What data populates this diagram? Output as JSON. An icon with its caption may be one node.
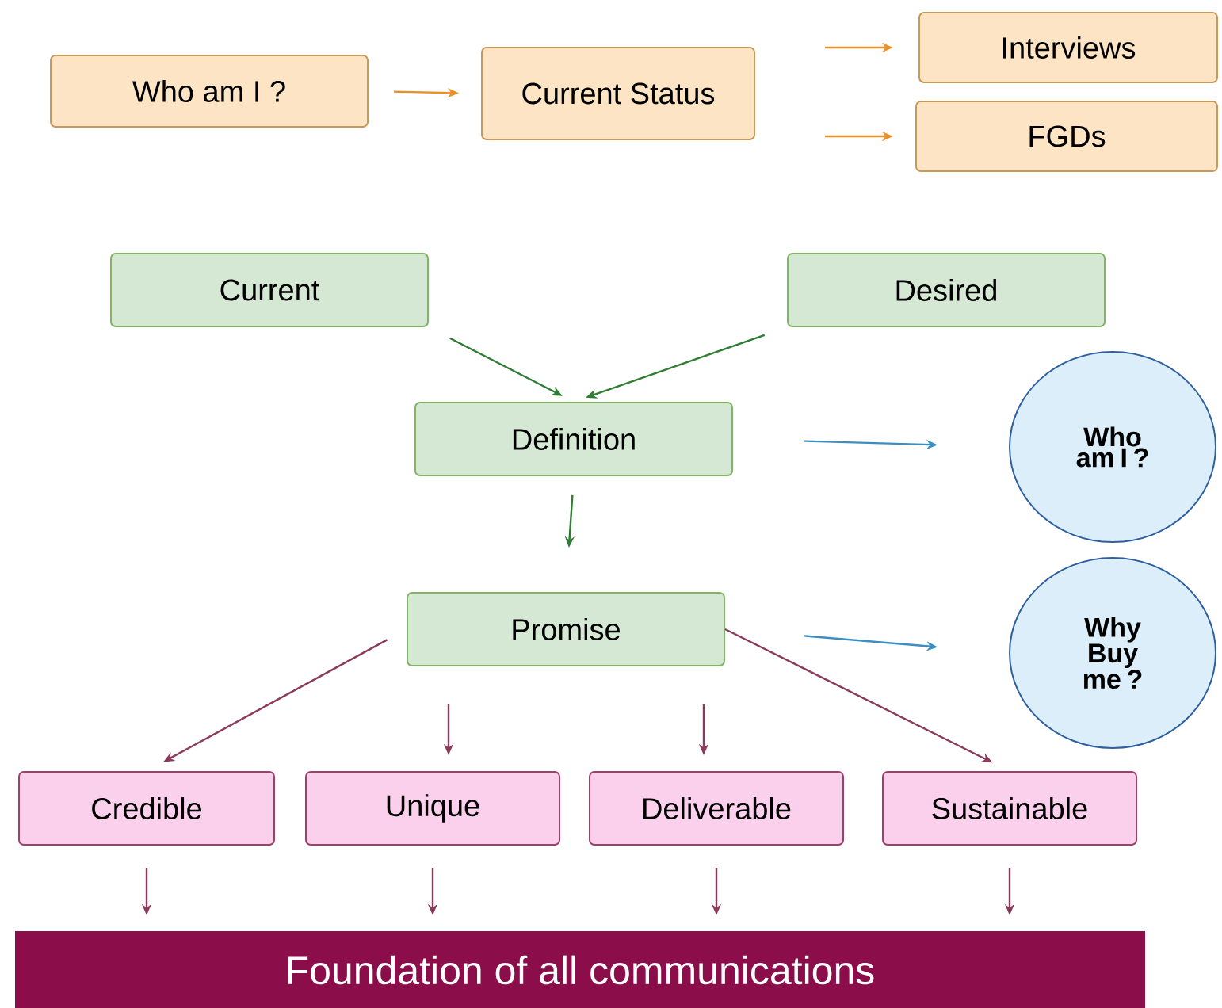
{
  "diagram": {
    "nodes": [
      {
        "text": [
          "Who am I ?"
        ]
      },
      {
        "text": [
          "Current Status"
        ]
      },
      {
        "text": [
          "Interviews"
        ]
      },
      {
        "text": [
          "FGDs"
        ]
      },
      {
        "text": [
          "Current"
        ]
      },
      {
        "text": [
          "Desired"
        ]
      },
      {
        "text": [
          "Definition"
        ]
      },
      {
        "text": [
          "Who am I ?"
        ]
      },
      {
        "text": [
          "Promise"
        ]
      },
      {
        "text": [
          "Why Buy me ?"
        ]
      },
      {
        "text": [
          "Credible"
        ]
      },
      {
        "text": [
          "Unique"
        ]
      },
      {
        "text": [
          "Deliverable"
        ]
      },
      {
        "text": [
          "Sustainable"
        ]
      },
      {
        "text": [
          "Foundation of all communications"
        ]
      }
    ],
    "edges": [
      {
        "from": 0,
        "to": 1,
        "arrow": "to",
        "color": "#e8902a"
      },
      {
        "from": 1,
        "to": 2,
        "arrow": "to",
        "color": "#e8902a"
      },
      {
        "from": 1,
        "to": 3,
        "arrow": "to",
        "color": "#e8902a"
      },
      {
        "from": 4,
        "to": 6,
        "arrow": "to",
        "color": "#2e7d32"
      },
      {
        "from": 5,
        "to": 6,
        "arrow": "to",
        "color": "#2e7d32"
      },
      {
        "from": 6,
        "to": 8,
        "arrow": "to",
        "color": "#2e7d32"
      },
      {
        "from": 6,
        "to": 7,
        "arrow": "to",
        "color": "#3a8fc0"
      },
      {
        "from": 8,
        "to": 9,
        "arrow": "to",
        "color": "#3a8fc0"
      },
      {
        "from": 8,
        "to": 10,
        "arrow": "to"
      },
      {
        "from": 8,
        "to": 11,
        "arrow": "to"
      },
      {
        "from": 8,
        "to": 12,
        "arrow": "to"
      },
      {
        "from": 8,
        "to": 13,
        "arrow": "to"
      },
      {
        "from": 10,
        "to": 14,
        "arrow": "to"
      },
      {
        "from": 11,
        "to": 14,
        "arrow": "to"
      },
      {
        "from": 12,
        "to": 14,
        "arrow": "to"
      },
      {
        "from": 13,
        "to": 14,
        "arrow": "to"
      }
    ]
  }
}
